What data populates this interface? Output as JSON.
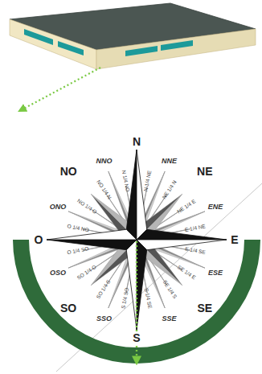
{
  "diagram": {
    "labels": [
      "N",
      "N 1/4 NE",
      "NNE",
      "NE 1/4 N",
      "NE",
      "NE 1/4 E",
      "ENE",
      "E 1/4 NE",
      "E",
      "E 1/4 SE",
      "ESE",
      "SE 1/4 E",
      "SE",
      "SE 1/4 S",
      "SSE",
      "S 1/4 SE",
      "S",
      "S 1/4 SO",
      "SSO",
      "SO 1/4 S",
      "SO",
      "SO 1/4 O",
      "OSO",
      "O 1/4 SO",
      "O",
      "O 1/4 NO",
      "ONO",
      "NO 1/4 O",
      "NO",
      "NO 1/4 N",
      "NNO",
      "N 1/4 NO"
    ]
  }
}
